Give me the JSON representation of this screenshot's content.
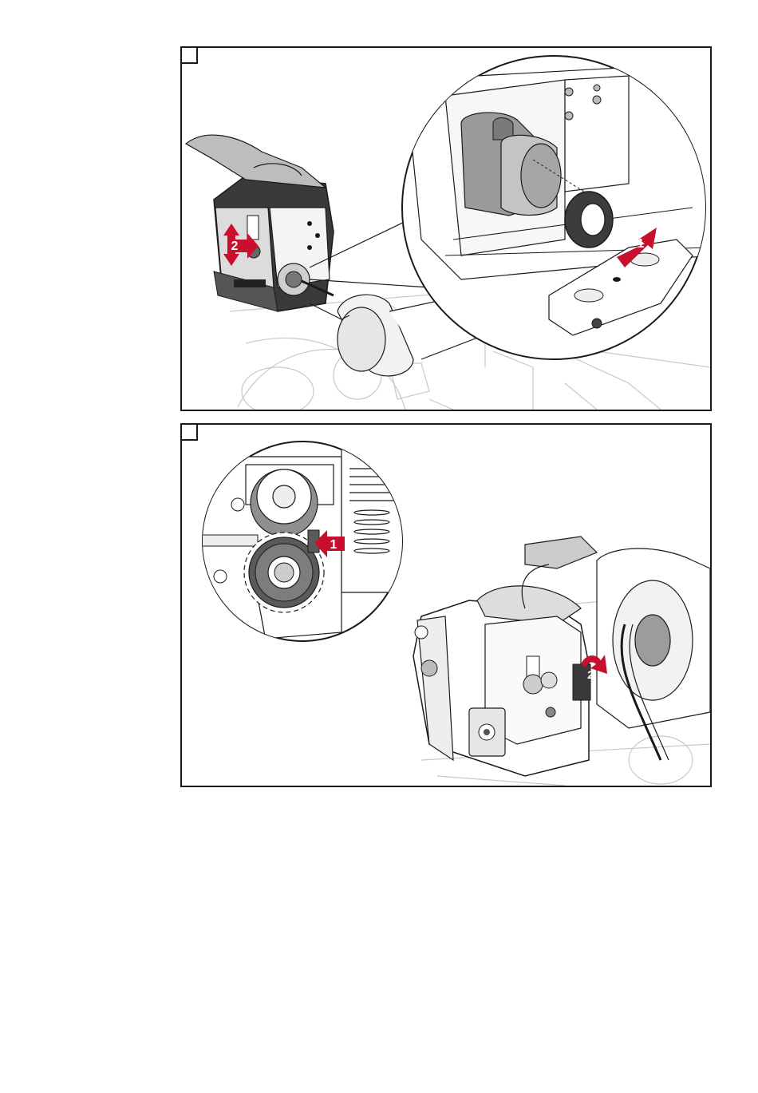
{
  "panels": [
    {
      "step_markers": [
        {
          "label": "1"
        },
        {
          "label": "2"
        }
      ]
    },
    {
      "step_markers": [
        {
          "label": "1"
        },
        {
          "label": "2"
        }
      ]
    }
  ],
  "colors": {
    "arrow_red": "#c8102e",
    "line": "#1a1a1a",
    "gray_dark": "#4a4a4a",
    "gray_mid": "#8a8a8a",
    "gray_light": "#d0d0d0"
  }
}
